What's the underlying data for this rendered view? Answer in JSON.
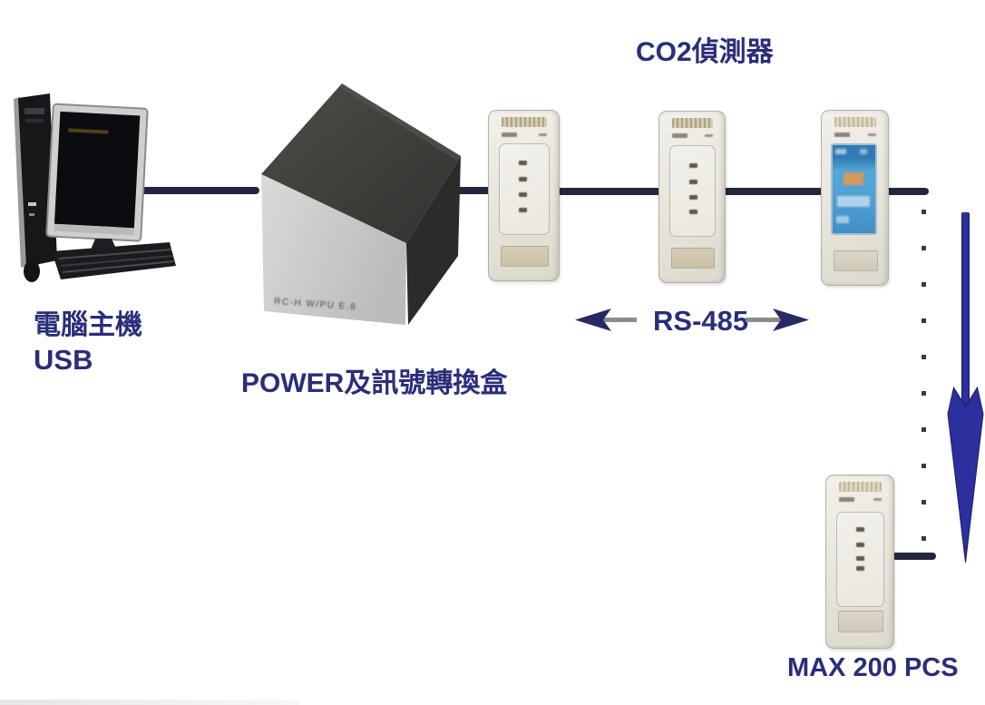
{
  "title": "CO2偵測器",
  "labels": {
    "computer": "電腦主機",
    "usb": "USB",
    "converter": "POWER及訊號轉換盒",
    "converter_caption": "RC-H W/PU E.8",
    "bus": "RS-485",
    "max_capacity": "MAX 200 PCS"
  },
  "icons": {
    "bus_left_arrow": "left-arrow-icon",
    "bus_right_arrow": "right-arrow-icon",
    "chain_down_arrow": "down-arrow-icon"
  },
  "colors": {
    "label_navy": "#2a2d7a",
    "wire_navy": "#23263f",
    "arrow_blue": "#2c2f9e",
    "arrow_shaft_gray": "#8c8c8c",
    "device_body": "#eae7e0",
    "device_vent_tan": "#c7c0a9",
    "device_window_tan": "#cfc7b0",
    "screen_blue": "#4796cc",
    "converter_dark": "#3a3a38",
    "converter_front_gray": "#cccccb"
  }
}
